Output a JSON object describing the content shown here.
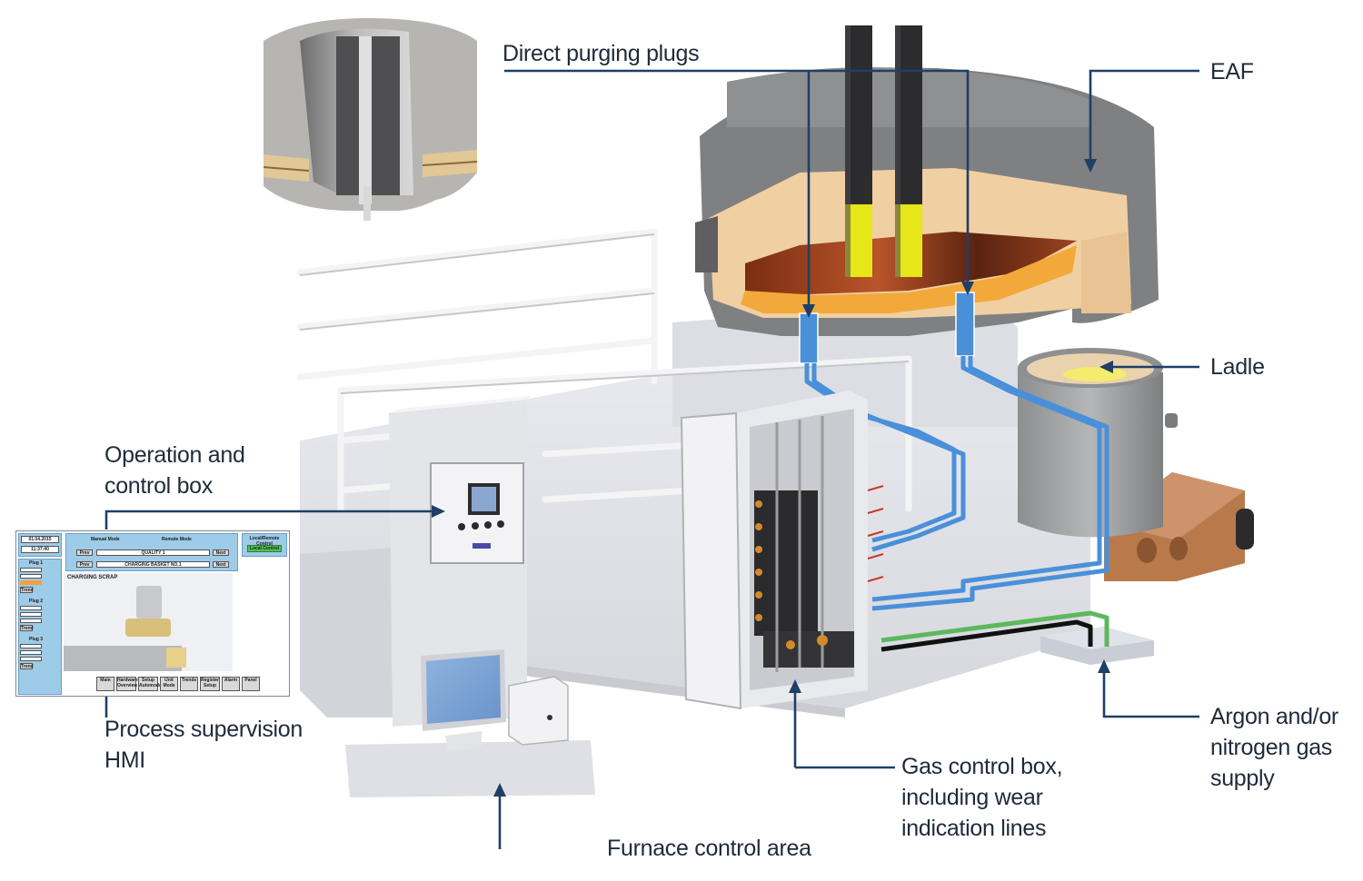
{
  "labels": {
    "direct_purging_plugs": "Direct purging plugs",
    "eaf": "EAF",
    "ladle": "Ladle",
    "operation_box": [
      "Operation and",
      "control box"
    ],
    "hmi": [
      "Process supervision",
      "HMI"
    ],
    "furnace_control_area": "Furnace control area",
    "gas_control_box": [
      "Gas control box,",
      "including wear",
      "indication lines"
    ],
    "gas_supply": [
      "Argon and/or",
      "nitrogen gas",
      "supply"
    ]
  },
  "hmi": {
    "date": "01.04.2015",
    "time": "11:37:40",
    "manual_mode": "Manual Mode",
    "remote_mode": "Remote Mode",
    "local_remote": "Local/Remote Control",
    "local_control": "Local Control",
    "prev": "Prev",
    "next": "Next",
    "quality": "QUALITY 1",
    "charging_basket": "CHARGING BASKET NO.1",
    "charging_scrap": "CHARGING SCRAP",
    "plugs": [
      "Plug 1",
      "Plug 2",
      "Plug 3"
    ],
    "trend": "Trend",
    "nav": [
      "Main",
      "Hardware Overview",
      "Setup Automode",
      "Unit Mode",
      "Trends",
      "Register Setup",
      "Alarm",
      "Panel"
    ]
  },
  "colors": {
    "label_text": "#1f2a3a",
    "leader_line": "#1f3f66",
    "gas_pipe": "#4a90d9",
    "inert_gas_pipe": "#5cb85c",
    "supply_line": "#111111",
    "refractory": "#f2d3a8",
    "melt": "#8b3a1a",
    "electrode_tip": "#e6e619",
    "ladle_car": "#b87a4b"
  }
}
